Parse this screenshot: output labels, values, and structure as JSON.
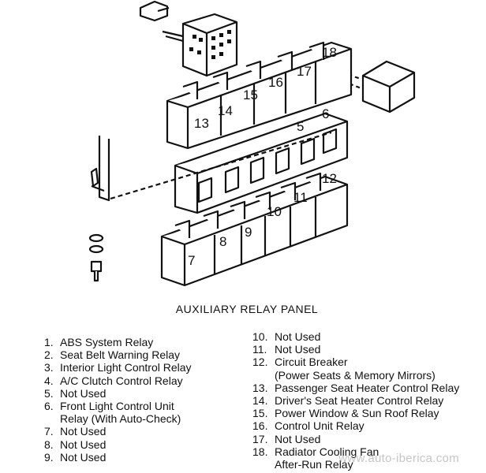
{
  "caption": "AUXILIARY RELAY PANEL",
  "slot_numbers": [
    "5",
    "6",
    "7",
    "8",
    "9",
    "10",
    "11",
    "12",
    "13",
    "14",
    "15",
    "16",
    "17",
    "18"
  ],
  "legend_left": [
    {
      "num": "1.",
      "text": "ABS System Relay"
    },
    {
      "num": "2.",
      "text": "Seat Belt Warning Relay"
    },
    {
      "num": "3.",
      "text": "Interior Light Control Relay"
    },
    {
      "num": "4.",
      "text": "A/C Clutch Control Relay"
    },
    {
      "num": "5.",
      "text": "Not Used"
    },
    {
      "num": "6.",
      "text": "Front Light Control Unit",
      "cont": "Relay (With Auto-Check)"
    },
    {
      "num": "7.",
      "text": "Not Used"
    },
    {
      "num": "8.",
      "text": "Not Used"
    },
    {
      "num": "9.",
      "text": "Not Used"
    }
  ],
  "legend_right": [
    {
      "num": "10.",
      "text": "Not Used"
    },
    {
      "num": "11.",
      "text": "Not Used"
    },
    {
      "num": "12.",
      "text": "Circuit Breaker",
      "cont": "(Power Seats & Memory Mirrors)"
    },
    {
      "num": "13.",
      "text": "Passenger Seat Heater Control Relay"
    },
    {
      "num": "14.",
      "text": "Driver's Seat Heater Control Relay"
    },
    {
      "num": "15.",
      "text": "Power Window & Sun Roof Relay"
    },
    {
      "num": "16.",
      "text": "Control Unit Relay"
    },
    {
      "num": "17.",
      "text": "Not Used"
    },
    {
      "num": "18.",
      "text": "Radiator Cooling Fan",
      "cont": "After-Run Relay"
    }
  ],
  "watermark": "www.auto-iberica.com"
}
